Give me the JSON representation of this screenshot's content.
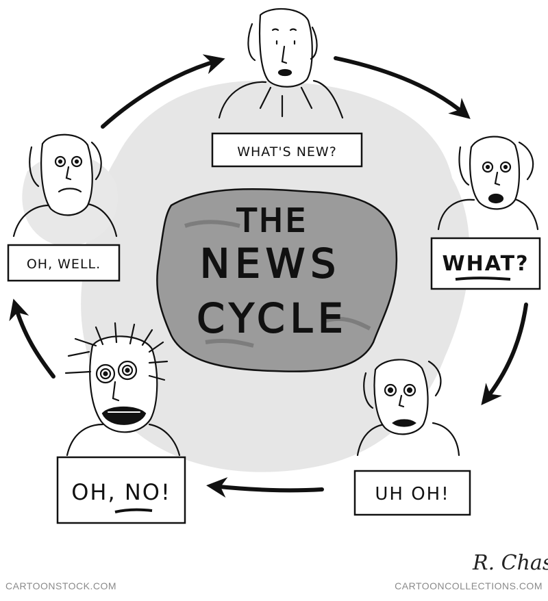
{
  "cartoon": {
    "title_lines": [
      "THE",
      "NEWS",
      "CYCLE"
    ],
    "panels": [
      {
        "id": "top",
        "caption": "WHAT'S NEW?"
      },
      {
        "id": "right",
        "caption": "WHAT?"
      },
      {
        "id": "bottom-right",
        "caption": "UH OH!"
      },
      {
        "id": "bottom-left",
        "caption": "OH, NO!"
      },
      {
        "id": "left",
        "caption": "OH, WELL."
      }
    ],
    "signature": "R. Chast"
  },
  "footer": {
    "left": "CARTOONSTOCK.COM",
    "right": "CARTOONCOLLECTIONS.COM"
  },
  "colors": {
    "ink": "#111111",
    "wash": "#e3e3e3",
    "rock": "#9a9a9a",
    "credit": "#8a8a8a"
  }
}
